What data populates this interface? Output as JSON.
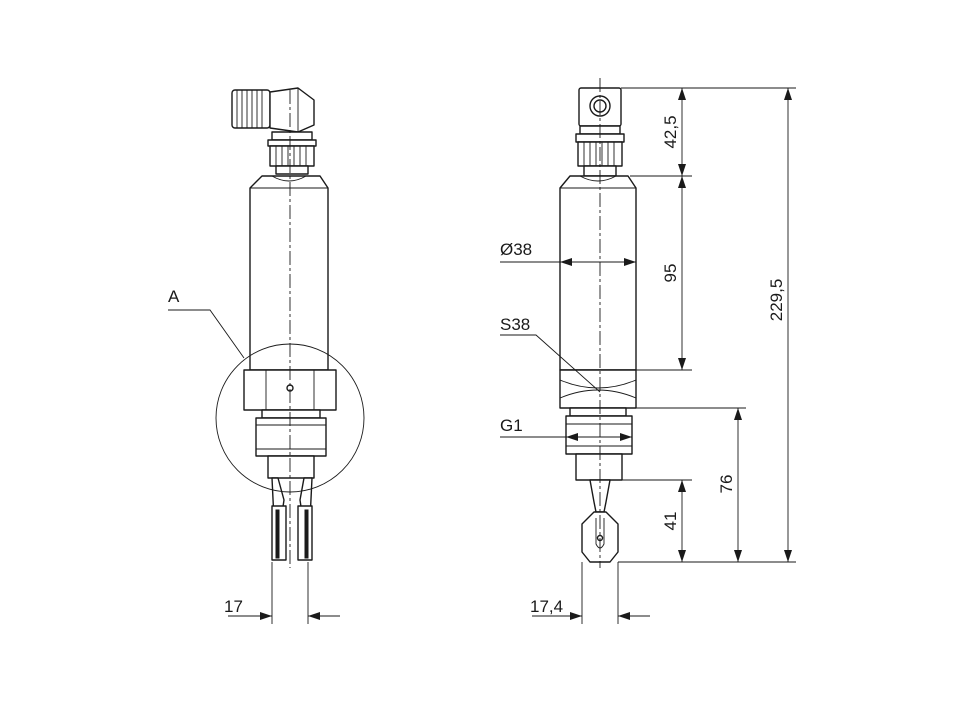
{
  "labels": {
    "detail": "A",
    "left_width": "17",
    "diameter": "Ø38",
    "hex": "S38",
    "thread": "G1",
    "right_width": "17,4",
    "connector_height": "42,5",
    "body_height": "95",
    "total_height": "229,5",
    "insertion_length": "76",
    "fork_length": "41"
  }
}
